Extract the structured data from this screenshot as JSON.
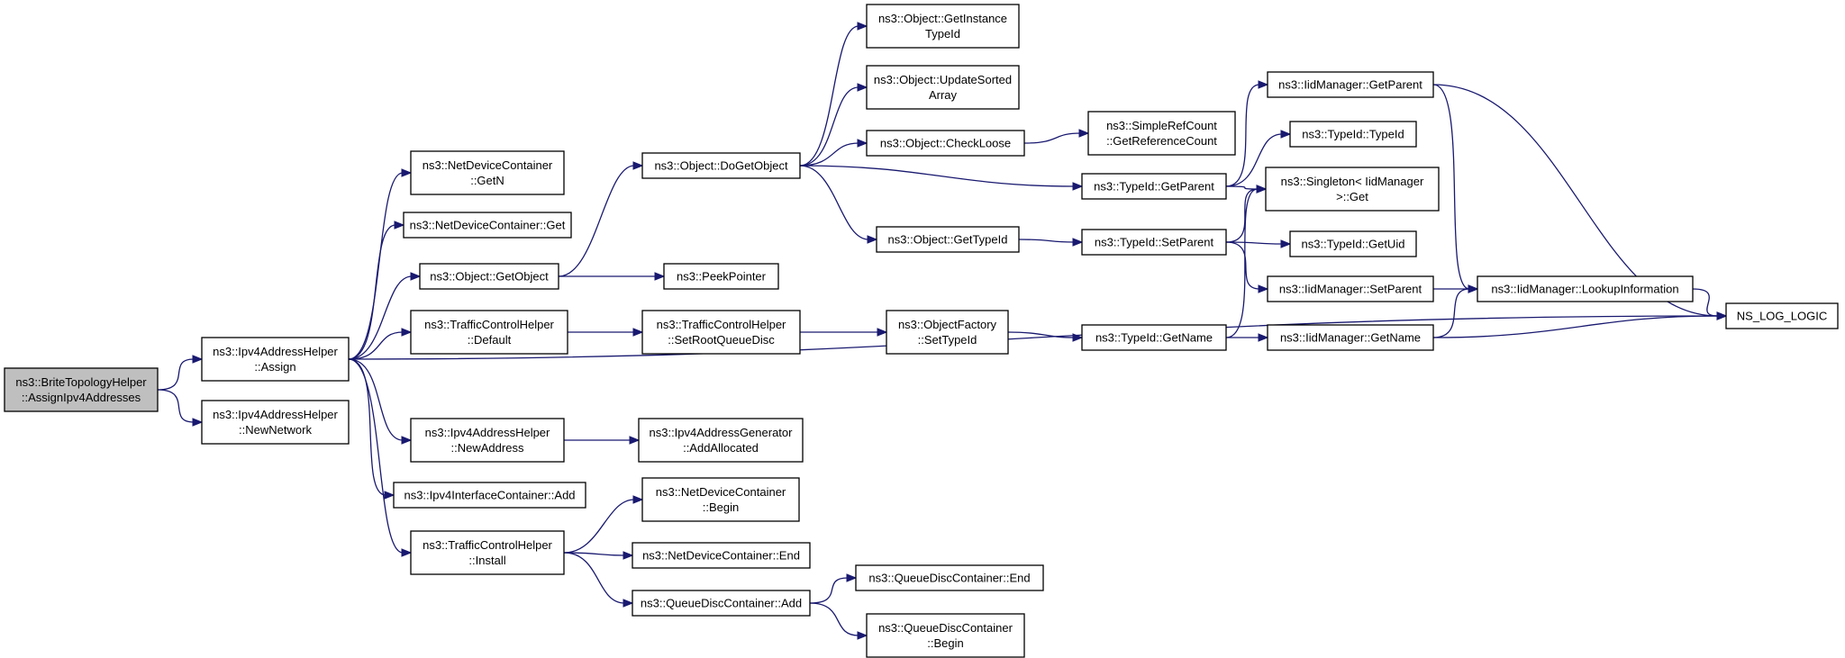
{
  "graph": {
    "arrow_color": "#191970",
    "root_fill": "#bfbfbf",
    "nodes": [
      {
        "id": "root",
        "lines": [
          "ns3::BriteTopologyHelper",
          "::AssignIpv4Addresses"
        ],
        "root": true
      },
      {
        "id": "assign",
        "lines": [
          "ns3::Ipv4AddressHelper",
          "::Assign"
        ]
      },
      {
        "id": "newnet",
        "lines": [
          "ns3::Ipv4AddressHelper",
          "::NewNetwork"
        ]
      },
      {
        "id": "ndc_getn",
        "lines": [
          "ns3::NetDeviceContainer",
          "::GetN"
        ]
      },
      {
        "id": "ndc_get",
        "lines": [
          "ns3::NetDeviceContainer::Get"
        ]
      },
      {
        "id": "getobject",
        "lines": [
          "ns3::Object::GetObject"
        ]
      },
      {
        "id": "tch_default",
        "lines": [
          "ns3::TrafficControlHelper",
          "::Default"
        ]
      },
      {
        "id": "newaddress",
        "lines": [
          "ns3::Ipv4AddressHelper",
          "::NewAddress"
        ]
      },
      {
        "id": "iic_add",
        "lines": [
          "ns3::Ipv4InterfaceContainer::Add"
        ]
      },
      {
        "id": "tch_install",
        "lines": [
          "ns3::TrafficControlHelper",
          "::Install"
        ]
      },
      {
        "id": "dogetobject",
        "lines": [
          "ns3::Object::DoGetObject"
        ]
      },
      {
        "id": "peekpointer",
        "lines": [
          "ns3::PeekPointer"
        ]
      },
      {
        "id": "setrootqd",
        "lines": [
          "ns3::TrafficControlHelper",
          "::SetRootQueueDisc"
        ]
      },
      {
        "id": "addallocated",
        "lines": [
          "ns3::Ipv4AddressGenerator",
          "::AddAllocated"
        ]
      },
      {
        "id": "ndc_begin",
        "lines": [
          "ns3::NetDeviceContainer",
          "::Begin"
        ]
      },
      {
        "id": "ndc_end",
        "lines": [
          "ns3::NetDeviceContainer::End"
        ]
      },
      {
        "id": "qdc_add",
        "lines": [
          "ns3::QueueDiscContainer::Add"
        ]
      },
      {
        "id": "getinstancetypeid",
        "lines": [
          "ns3::Object::GetInstance",
          "TypeId"
        ]
      },
      {
        "id": "updatesorted",
        "lines": [
          "ns3::Object::UpdateSorted",
          "Array"
        ]
      },
      {
        "id": "checkloose",
        "lines": [
          "ns3::Object::CheckLoose"
        ]
      },
      {
        "id": "gettypeid",
        "lines": [
          "ns3::Object::GetTypeId"
        ]
      },
      {
        "id": "of_settypeid",
        "lines": [
          "ns3::ObjectFactory",
          "::SetTypeId"
        ]
      },
      {
        "id": "qdc_end",
        "lines": [
          "ns3::QueueDiscContainer::End"
        ]
      },
      {
        "id": "qdc_begin",
        "lines": [
          "ns3::QueueDiscContainer",
          "::Begin"
        ]
      },
      {
        "id": "srcgetrefcount",
        "lines": [
          "ns3::SimpleRefCount",
          "::GetReferenceCount"
        ]
      },
      {
        "id": "tid_getparent",
        "lines": [
          "ns3::TypeId::GetParent"
        ]
      },
      {
        "id": "tid_setparent",
        "lines": [
          "ns3::TypeId::SetParent"
        ]
      },
      {
        "id": "tid_getname",
        "lines": [
          "ns3::TypeId::GetName"
        ]
      },
      {
        "id": "iid_getparent",
        "lines": [
          "ns3::IidManager::GetParent"
        ]
      },
      {
        "id": "tid_typeid",
        "lines": [
          "ns3::TypeId::TypeId"
        ]
      },
      {
        "id": "singleton_get",
        "lines": [
          "ns3::Singleton< IidManager",
          " >::Get"
        ]
      },
      {
        "id": "tid_getuid",
        "lines": [
          "ns3::TypeId::GetUid"
        ]
      },
      {
        "id": "iid_setparent",
        "lines": [
          "ns3::IidManager::SetParent"
        ]
      },
      {
        "id": "iid_getname",
        "lines": [
          "ns3::IidManager::GetName"
        ]
      },
      {
        "id": "iid_lookup",
        "lines": [
          "ns3::IidManager::LookupInformation"
        ]
      },
      {
        "id": "ns_log_logic",
        "lines": [
          "NS_LOG_LOGIC"
        ]
      }
    ],
    "edges": [
      [
        "root",
        "assign"
      ],
      [
        "root",
        "newnet"
      ],
      [
        "assign",
        "ndc_getn"
      ],
      [
        "assign",
        "ndc_get"
      ],
      [
        "assign",
        "getobject"
      ],
      [
        "assign",
        "tch_default"
      ],
      [
        "assign",
        "newaddress"
      ],
      [
        "assign",
        "iic_add"
      ],
      [
        "assign",
        "tch_install"
      ],
      [
        "assign",
        "ns_log_logic"
      ],
      [
        "getobject",
        "dogetobject"
      ],
      [
        "getobject",
        "peekpointer"
      ],
      [
        "tch_default",
        "setrootqd"
      ],
      [
        "newaddress",
        "addallocated"
      ],
      [
        "tch_install",
        "ndc_begin"
      ],
      [
        "tch_install",
        "ndc_end"
      ],
      [
        "tch_install",
        "qdc_add"
      ],
      [
        "dogetobject",
        "getinstancetypeid"
      ],
      [
        "dogetobject",
        "updatesorted"
      ],
      [
        "dogetobject",
        "checkloose"
      ],
      [
        "dogetobject",
        "tid_getparent"
      ],
      [
        "dogetobject",
        "gettypeid"
      ],
      [
        "setrootqd",
        "of_settypeid"
      ],
      [
        "qdc_add",
        "qdc_end"
      ],
      [
        "qdc_add",
        "qdc_begin"
      ],
      [
        "checkloose",
        "srcgetrefcount"
      ],
      [
        "gettypeid",
        "tid_setparent"
      ],
      [
        "of_settypeid",
        "tid_getname"
      ],
      [
        "tid_getparent",
        "iid_getparent"
      ],
      [
        "tid_getparent",
        "tid_typeid"
      ],
      [
        "tid_getparent",
        "singleton_get"
      ],
      [
        "tid_setparent",
        "singleton_get"
      ],
      [
        "tid_setparent",
        "tid_getuid"
      ],
      [
        "tid_setparent",
        "iid_setparent"
      ],
      [
        "tid_getname",
        "singleton_get"
      ],
      [
        "tid_getname",
        "iid_getname"
      ],
      [
        "iid_getparent",
        "iid_lookup"
      ],
      [
        "iid_getparent",
        "ns_log_logic"
      ],
      [
        "iid_setparent",
        "iid_lookup"
      ],
      [
        "iid_getname",
        "iid_lookup"
      ],
      [
        "iid_getname",
        "ns_log_logic"
      ],
      [
        "iid_lookup",
        "ns_log_logic"
      ]
    ]
  }
}
